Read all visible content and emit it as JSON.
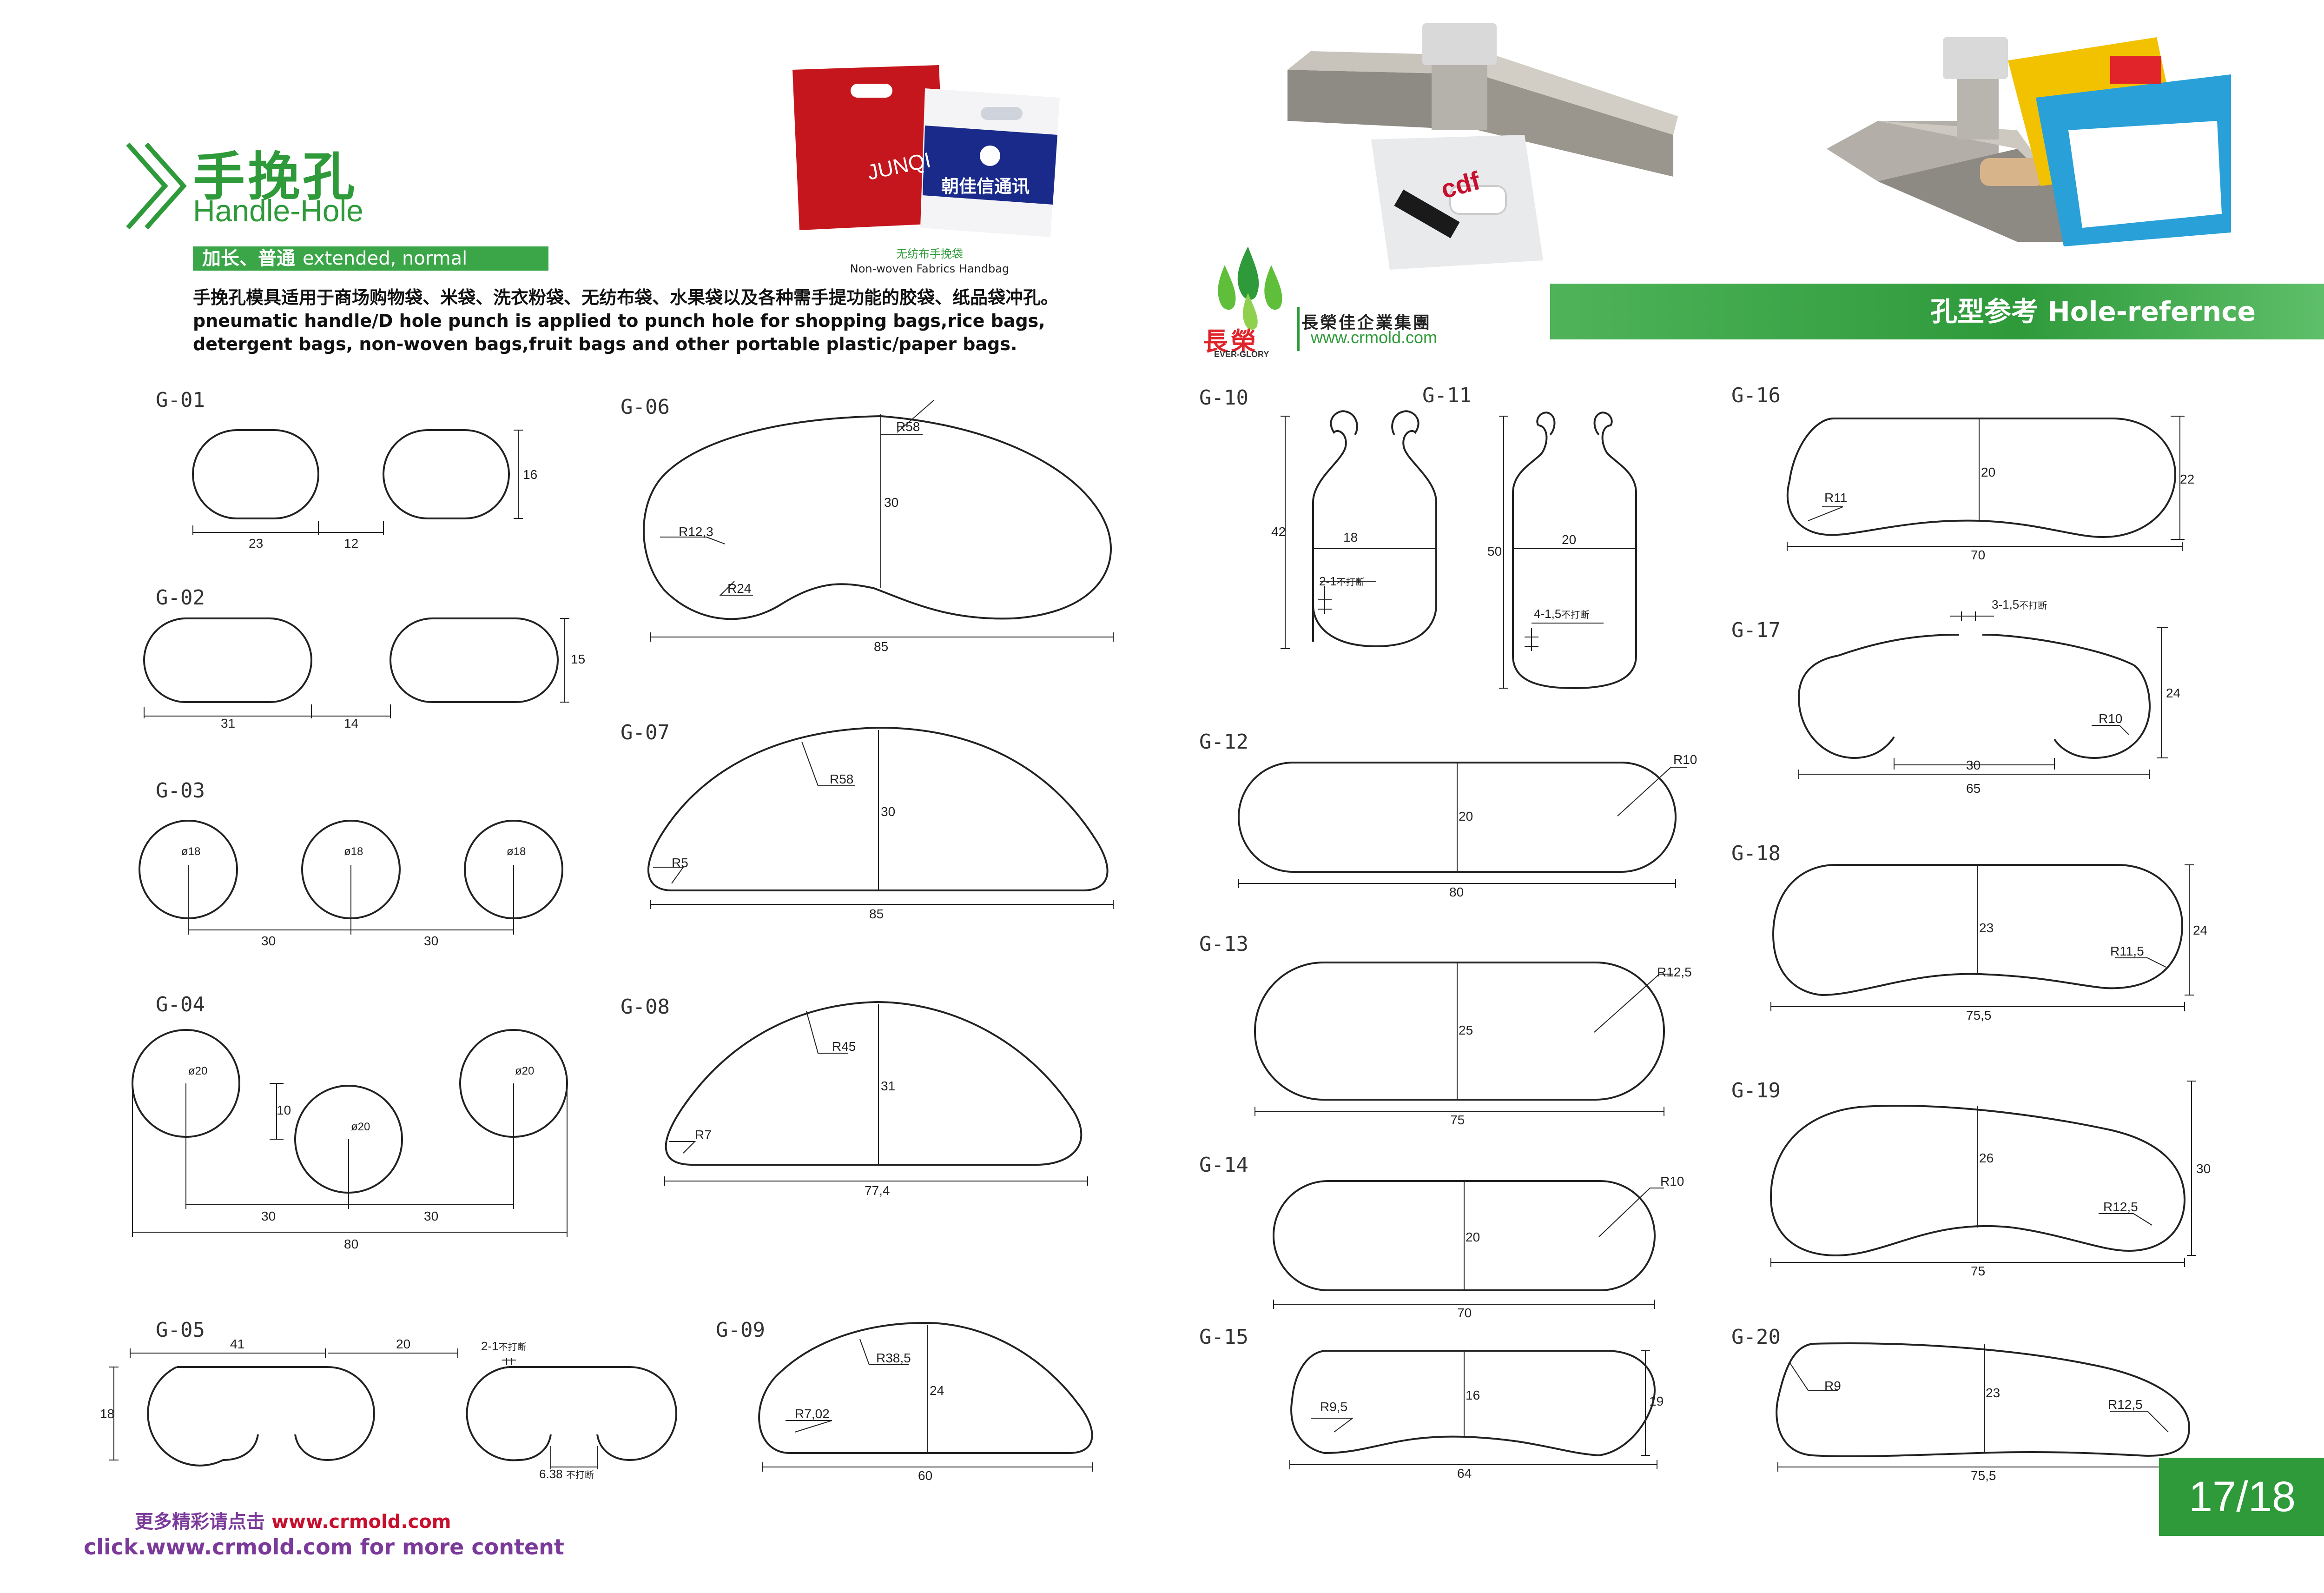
{
  "header": {
    "title_zh": "手挽孔",
    "title_en": "Handle-Hole",
    "tag_zh": "加长、普通",
    "tag_en": "extended, normal",
    "desc_zh": "手挽孔模具适用于商场购物袋、米袋、洗衣粉袋、无纺布袋、水果袋以及各种需手提功能的胶袋、纸品袋冲孔。",
    "desc_en_1": "pneumatic handle/D hole punch is applied to punch hole for shopping bags,rice bags,",
    "desc_en_2": "detergent bags,   non-woven bags,fruit bags and other portable plastic/paper bags."
  },
  "photos": {
    "bag_caption_zh": "无纺布手挽袋",
    "bag_caption_en": "Non-woven Fabrics Handbag",
    "bag_red_text": "JUNQI",
    "bag_blue_text": "朝佳信通讯",
    "punch_bag_text": "cdf"
  },
  "brand": {
    "name": "長榮佳企業集團",
    "logo_zh": "長榮",
    "logo_en": "EVER-GLORY",
    "url": "www.crmold.com"
  },
  "ref_bar": "孔型参考 Hole-refernce",
  "page_number": "17/18",
  "footer": {
    "line1_zh": "更多精彩请点击",
    "line1_url": "www.crmold.com",
    "line2": "click.www.crmold.com for more content"
  },
  "labels": {
    "g01": "G-01",
    "g02": "G-02",
    "g03": "G-03",
    "g04": "G-04",
    "g05": "G-05",
    "g06": "G-06",
    "g07": "G-07",
    "g08": "G-08",
    "g09": "G-09",
    "g10": "G-10",
    "g11": "G-11",
    "g12": "G-12",
    "g13": "G-13",
    "g14": "G-14",
    "g15": "G-15",
    "g16": "G-16",
    "g17": "G-17",
    "g18": "G-18",
    "g19": "G-19",
    "g20": "G-20"
  },
  "dims": {
    "g01": {
      "w": "23",
      "gap": "12",
      "h": "16"
    },
    "g02": {
      "w": "31",
      "gap": "14",
      "h": "15"
    },
    "g03": {
      "d": "ø18",
      "s1": "30",
      "s2": "30"
    },
    "g04": {
      "d": "ø20",
      "off": "10",
      "s1": "30",
      "s2": "30",
      "total": "80"
    },
    "g05": {
      "w": "41",
      "gap": "20",
      "h": "18",
      "cut": "2-1",
      "cut_note": "不打断",
      "slot": "6.38",
      "slot_note": "不打断"
    },
    "g06": {
      "r1": "R58",
      "r2": "R12,3",
      "r3": "R24",
      "h": "30",
      "w": "85"
    },
    "g07": {
      "r1": "R58",
      "r2": "R5",
      "h": "30",
      "w": "85"
    },
    "g08": {
      "r1": "R45",
      "r2": "R7",
      "h": "31",
      "w": "77,4"
    },
    "g09": {
      "r1": "R38,5",
      "r2": "R7,02",
      "h": "24",
      "w": "60"
    },
    "g10": {
      "h": "42",
      "w": "18",
      "cut": "2-1",
      "cut_note": "不打断"
    },
    "g11": {
      "h": "50",
      "w": "20",
      "cut": "4-1,5",
      "cut_note": "不打断"
    },
    "g12": {
      "r": "R10",
      "h": "20",
      "w": "80"
    },
    "g13": {
      "r": "R12,5",
      "h": "25",
      "w": "75"
    },
    "g14": {
      "r": "R10",
      "h": "20",
      "w": "70"
    },
    "g15": {
      "r": "R9,5",
      "h": "16",
      "oh": "19",
      "w": "64"
    },
    "g16": {
      "r": "R11",
      "h": "20",
      "oh": "22",
      "w": "70"
    },
    "g17": {
      "cut": "3-1,5",
      "cut_note": "不打断",
      "r": "R10",
      "h": "24",
      "inner": "30",
      "w": "65"
    },
    "g18": {
      "r": "R11,5",
      "h": "23",
      "oh": "24",
      "w": "75,5"
    },
    "g19": {
      "r": "R12,5",
      "h": "26",
      "oh": "30",
      "w": "75"
    },
    "g20": {
      "r1": "R9",
      "r2": "R12,5",
      "h": "23",
      "w": "75,5"
    }
  },
  "colors": {
    "green": "#2e9a3a",
    "purple": "#7b3a9a",
    "red": "#c8102e"
  }
}
